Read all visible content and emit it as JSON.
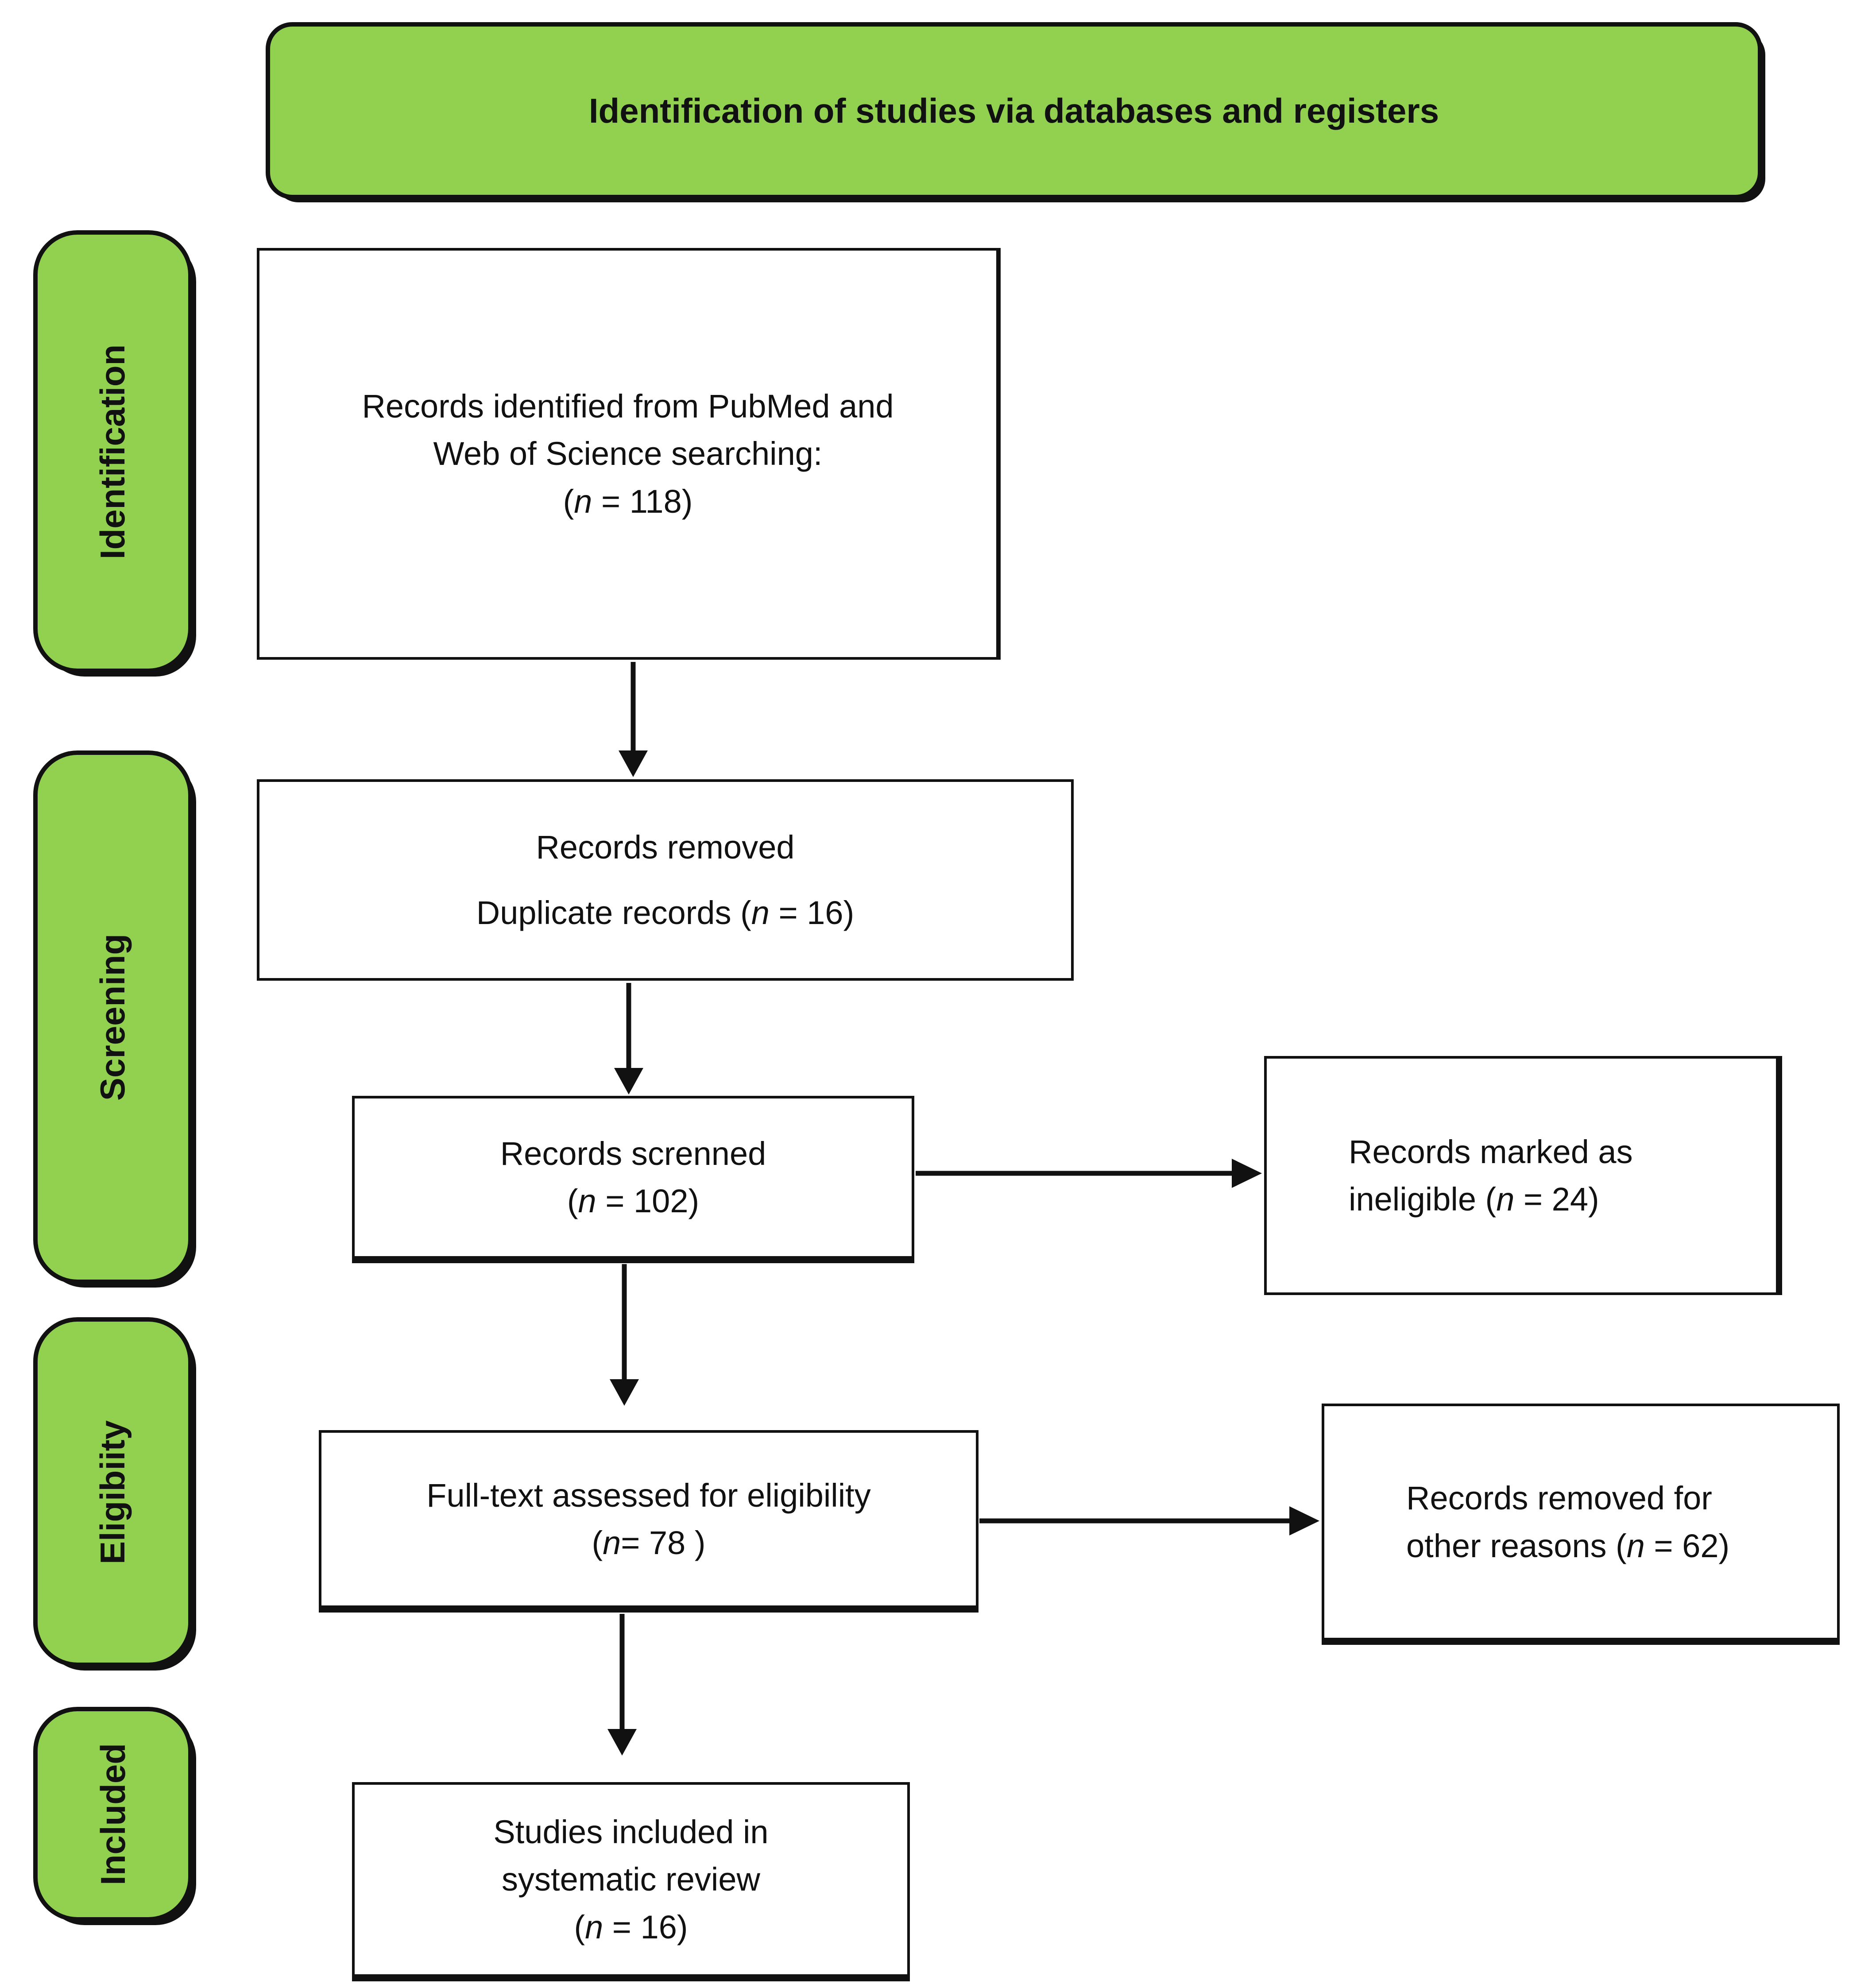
{
  "colors": {
    "accent_green": "#92d050",
    "line": "#111111",
    "box_bg": "#ffffff",
    "text": "#111111"
  },
  "title": "Identification of studies via databases and registers",
  "stages": [
    "Identification",
    "Screening",
    "Eligibiity",
    "Included"
  ],
  "flow": {
    "identified": {
      "n": 118,
      "lines": [
        "Records identified from PubMed and",
        "Web of Science searching:",
        "(n = 118)"
      ]
    },
    "duplicates": {
      "n": 16,
      "lines": [
        "Records removed",
        "Duplicate records (n = 16)"
      ]
    },
    "screened": {
      "n": 102,
      "lines": [
        "Records screnned",
        "(n = 102)"
      ]
    },
    "ineligible": {
      "n": 24,
      "lines": [
        "Records marked as",
        "ineligible (n = 24)"
      ]
    },
    "fulltext": {
      "n": 78,
      "lines": [
        "Full-text assessed for eligibility",
        "(n= 78 )"
      ]
    },
    "removed_other": {
      "n": 62,
      "lines": [
        "Records removed for",
        "other reasons (n = 62)"
      ]
    },
    "included": {
      "n": 16,
      "lines": [
        "Studies included in",
        "systematic review",
        "(n = 16)"
      ]
    }
  }
}
